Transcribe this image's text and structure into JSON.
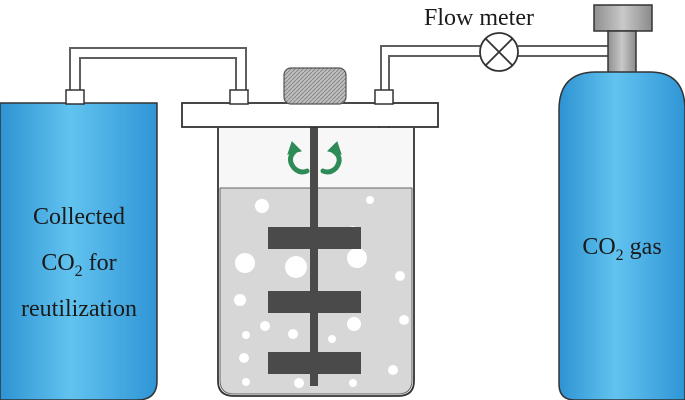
{
  "labels": {
    "flow_meter": "Flow meter",
    "left_tank_line1": "Collected",
    "left_tank_line2_main": "CO",
    "left_tank_line2_sub": "2",
    "left_tank_line2_rest": " for",
    "left_tank_line3": "reutilization",
    "right_tank_main": "CO",
    "right_tank_sub": "2",
    "right_tank_rest": " gas"
  },
  "icons": {
    "flow_meter": "circle-x-valve-icon",
    "stirring_arrows": "rotate-arrows-icon",
    "motor": "motor-cap-icon"
  },
  "colors": {
    "tank_blue": "#41a9e2",
    "liquid_gray": "#d7d7d7",
    "paddle": "#4a4a4a",
    "arrow_green": "#2e8b57",
    "cap_gray": "#a7a7a7"
  }
}
